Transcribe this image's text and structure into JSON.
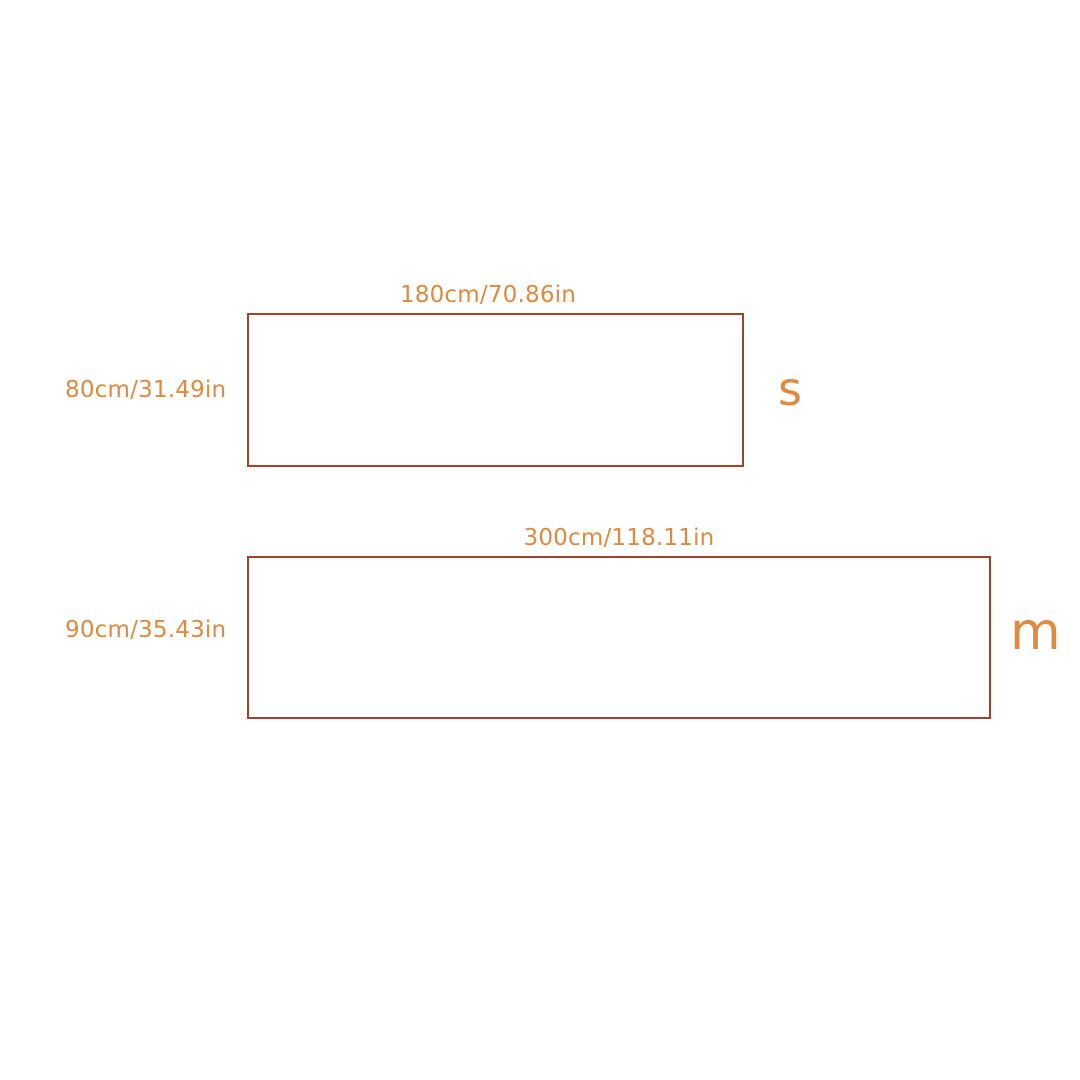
{
  "colors": {
    "outline": "#a7402a",
    "label": "#e08a3f",
    "background": "#ffffff"
  },
  "sizes": [
    {
      "name": "s",
      "width_label": "180cm/70.86in",
      "height_label": "80cm/31.49in"
    },
    {
      "name": "m",
      "width_label": "300cm/118.11in",
      "height_label": "90cm/35.43in"
    }
  ]
}
